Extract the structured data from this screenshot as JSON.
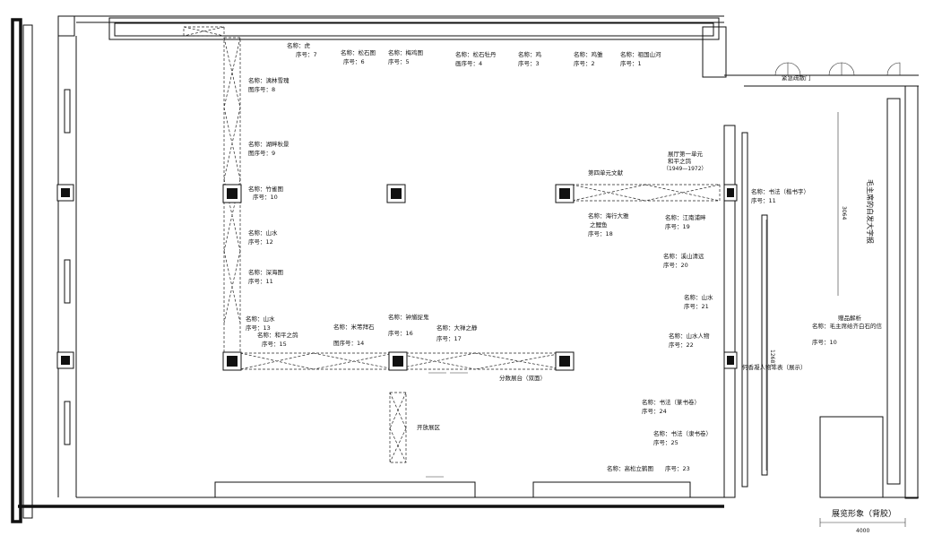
{
  "exhibits": [
    {
      "name": "名称：虎",
      "seq": "序号：7"
    },
    {
      "name": "名称：松石图",
      "seq": "序号：6"
    },
    {
      "name": "名称：梅鸡图",
      "seq": "序号：5"
    },
    {
      "name": "名称：松石牡丹",
      "seq": "画序号：4"
    },
    {
      "name": "名称：鸡",
      "seq": "序号：3"
    },
    {
      "name": "名称：鸡雏",
      "seq": "序号：2"
    },
    {
      "name": "名称：祖国山河",
      "seq": "序号：1"
    },
    {
      "name": "名称：漓林雪瑰",
      "seq": "图序号：8"
    },
    {
      "name": "名称：湖畔秋景",
      "seq": "图序号：9"
    },
    {
      "name": "名称：竹雀图",
      "seq": "序号：10"
    },
    {
      "name": "名称：山水",
      "seq": "序号：12"
    },
    {
      "name": "名称：深海图",
      "seq": "序号：11"
    },
    {
      "name": "名称：山水",
      "seq": "序号：13"
    },
    {
      "name": "名称：和平之鸽",
      "seq": "序号：15"
    },
    {
      "name": "名称：米芾拜石",
      "seq": "图序号：14"
    },
    {
      "name": "名称：钟馗捉鬼",
      "seq": "序号：16"
    },
    {
      "name": "名称：大禅之静",
      "seq": "序号：17"
    },
    {
      "name": "名称：海行大雅",
      "seq": "之鲤鱼",
      "seq2": "序号：18"
    },
    {
      "name": "名称：江南浦畔",
      "seq": "序号：19"
    },
    {
      "name": "名称：溪山清远",
      "seq": "序号：20"
    },
    {
      "name": "名称：山水",
      "seq": "序号：21"
    },
    {
      "name": "名称：山水人物",
      "seq": "序号：22"
    },
    {
      "name": "名称：书法（篆书卷）",
      "seq": "序号：24"
    },
    {
      "name": "名称：书法（隶书卷）",
      "seq": "序号：25"
    },
    {
      "name": "名称：书法（楷书字）",
      "seq": "序号：11"
    },
    {
      "name": "名称：毛主席给齐白石的信",
      "seq": "序号：10"
    },
    {
      "name": "名称：高松立鹤图",
      "seq": "序号：23"
    }
  ],
  "section_labels": {
    "intro_title": "展厅第一单元",
    "intro_subtitle": "和平之鸽",
    "intro_years": "（1949—1972）",
    "unit_text": "第四单元文献",
    "gift_label": "赠品解析",
    "center_label": "分数展台（双面）",
    "side_label": "开放展区",
    "exit_label": "紧急疏散门",
    "corridor_label": "何香凝人物年表（展示）",
    "poem_label": "毛主席的白发大字报",
    "entrance_label": "展览形象（背胶）",
    "dim_entrance": "4000",
    "dim_a": "3064",
    "dim_b": "12687"
  }
}
